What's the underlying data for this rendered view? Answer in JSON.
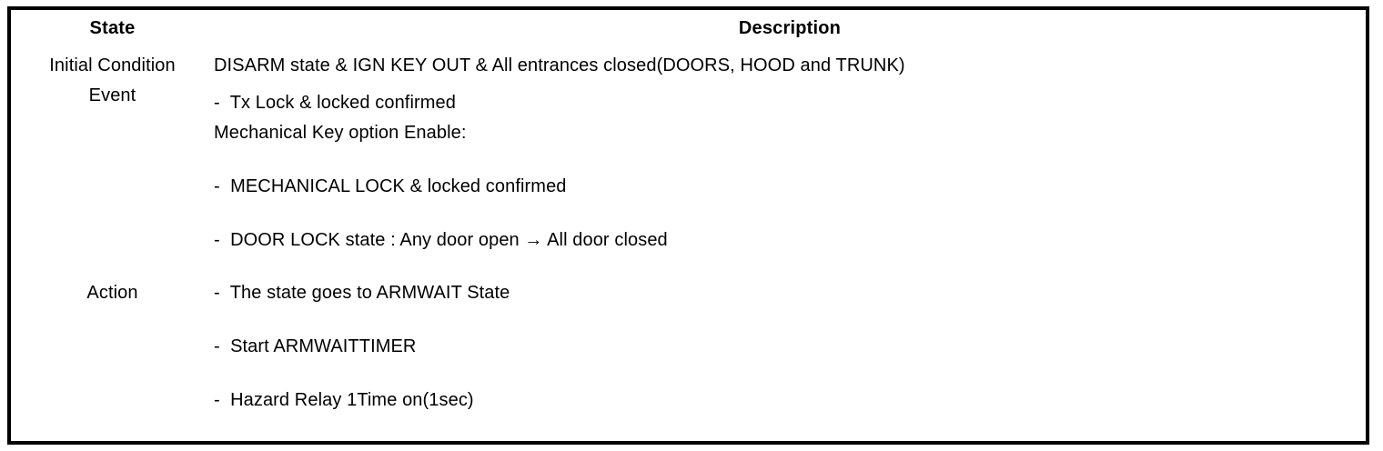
{
  "table": {
    "headers": {
      "state": "State",
      "description": "Description"
    },
    "rows": [
      {
        "state": "Initial Condition",
        "lines": [
          "DISARM state & IGN KEY OUT & All entrances closed(DOORS, HOOD and TRUNK)"
        ]
      },
      {
        "state": "Event",
        "lines": [
          "-  Tx Lock & locked confirmed"
        ]
      },
      {
        "state": "",
        "lines": [
          "Mechanical Key option Enable:",
          "-  MECHANICAL LOCK & locked confirmed",
          "-  DOOR LOCK state : Any door open → All door closed"
        ]
      },
      {
        "state": "Action",
        "lines": [
          "-  The state goes to ARMWAIT State",
          "-  Start ARMWAITTIMER",
          "-  Hazard Relay 1Time on(1sec)"
        ]
      }
    ]
  },
  "style": {
    "border_color": "#000000",
    "text_color": "#000000",
    "background": "#ffffff"
  }
}
